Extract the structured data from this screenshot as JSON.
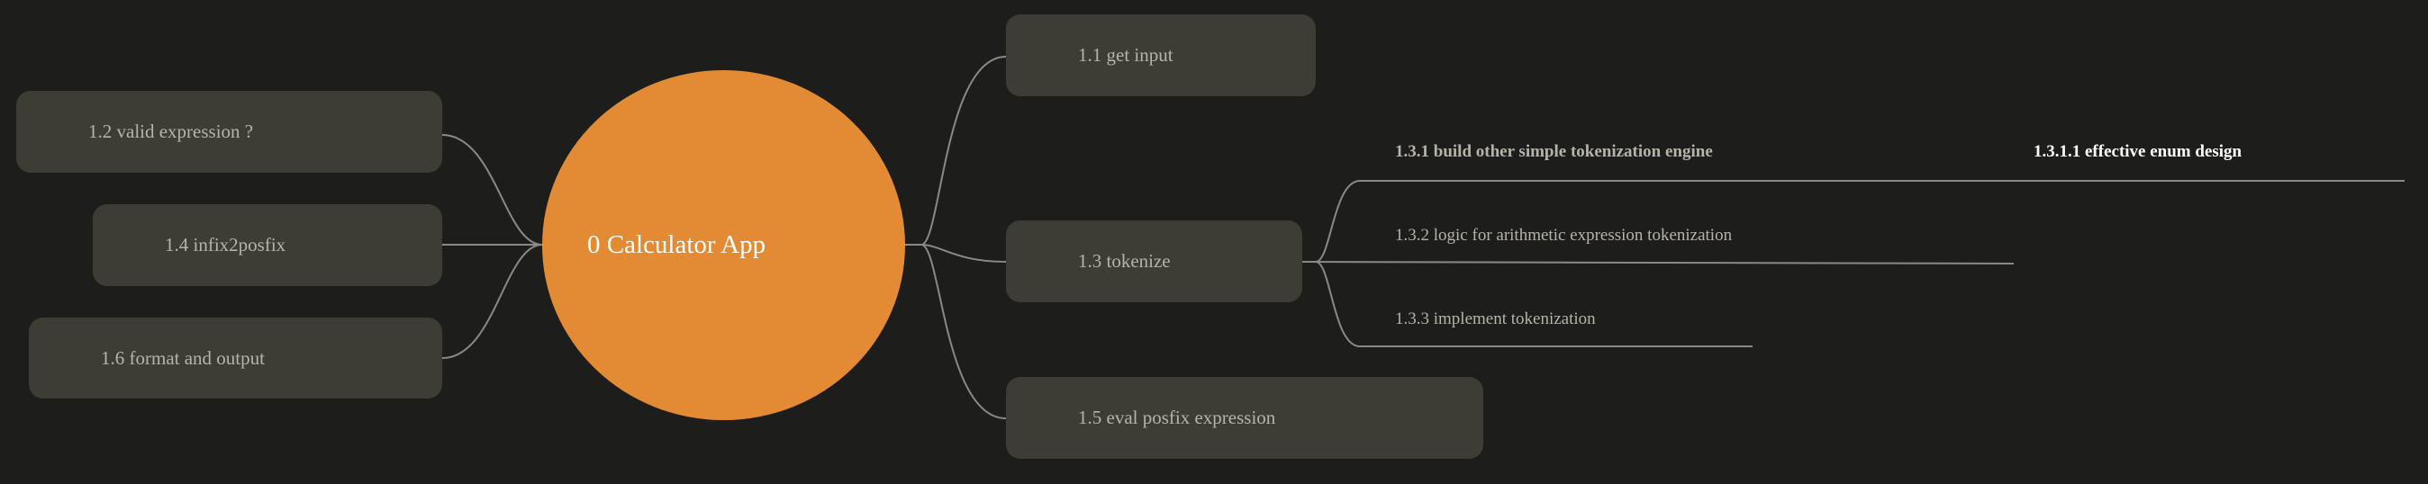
{
  "mindmap": {
    "root": "0 Calculator App",
    "left_nodes": [
      {
        "id": "n12",
        "label": "1.2 valid expression ?"
      },
      {
        "id": "n14",
        "label": "1.4 infix2posfix"
      },
      {
        "id": "n16",
        "label": "1.6 format and output"
      }
    ],
    "right_nodes": [
      {
        "id": "n11",
        "label": "1.1 get input"
      },
      {
        "id": "n13",
        "label": "1.3 tokenize"
      },
      {
        "id": "n15",
        "label": "1.5 eval posfix expression"
      }
    ],
    "tokenize_children": [
      {
        "id": "n131",
        "label": "1.3.1 build other simple tokenization engine"
      },
      {
        "id": "n132",
        "label": "1.3.2 logic for arithmetic expression tokenization"
      },
      {
        "id": "n133",
        "label": "1.3.3 implement tokenization"
      }
    ],
    "engine_children": [
      {
        "id": "n1311",
        "label": "1.3.1.1 effective enum design"
      }
    ]
  },
  "colors": {
    "background": "#1d1d1b",
    "root_fill": "#e38b34",
    "node_fill": "#3e3d35",
    "connector": "#8a8a85",
    "text_muted": "#b6b3a8",
    "text_white": "#ffffff"
  }
}
